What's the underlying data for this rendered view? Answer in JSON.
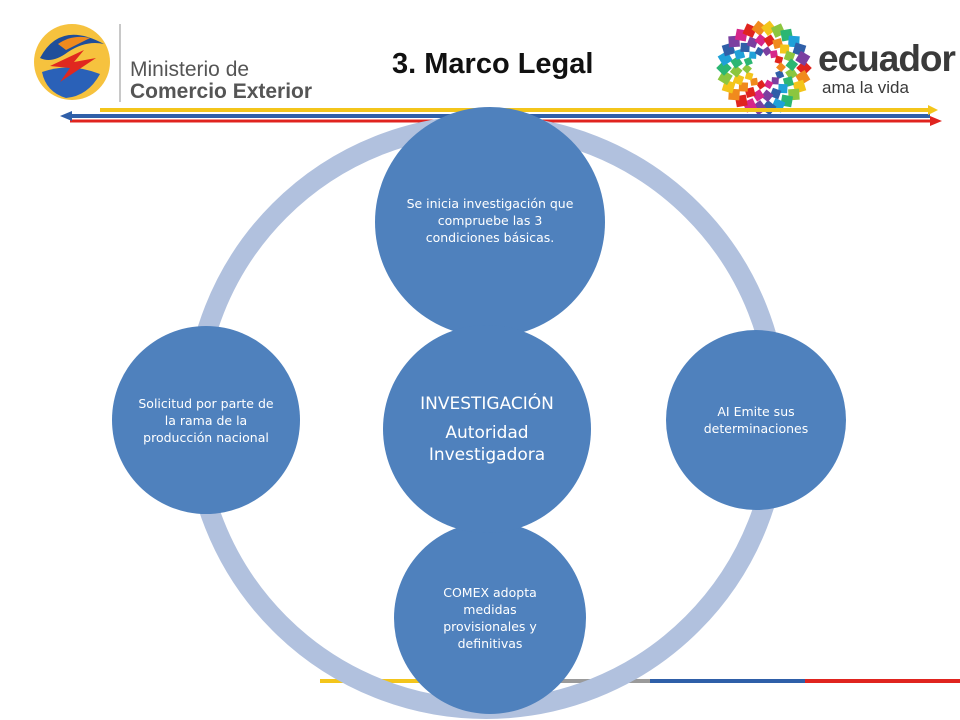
{
  "slide": {
    "title": "3. Marco Legal",
    "ministry": {
      "line1": "Ministerio de",
      "line2": "Comercio Exterior"
    },
    "ecuador": {
      "word": "ecuador",
      "tagline": "ama la vida"
    }
  },
  "diagram": {
    "center": {
      "line1": "INVESTIGACIÓN",
      "line2": "Autoridad Investigadora"
    },
    "nodes": [
      {
        "id": "top",
        "text": "Se inicia investigación que compruebe las 3 condiciones básicas."
      },
      {
        "id": "right",
        "text": "AI Emite sus determinaciones"
      },
      {
        "id": "bottom",
        "text": "COMEX adopta medidas provisionales y definitivas"
      },
      {
        "id": "left",
        "text": "Solicitud por parte de la rama de la producción nacional"
      }
    ]
  },
  "colors": {
    "node_fill": "#4f81bd",
    "ring": "#b1c1de",
    "yellow": "#f3c51b",
    "blue": "#2f5fa8",
    "red": "#e0241f",
    "gray": "#9a9a9a"
  }
}
